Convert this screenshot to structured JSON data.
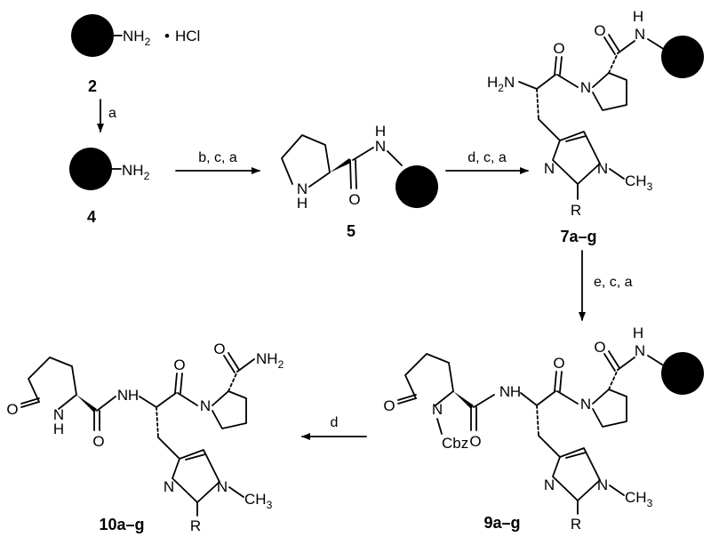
{
  "compounds": {
    "c2": "2",
    "c4": "4",
    "c5": "5",
    "c7": "7a–g",
    "c9": "9a–g",
    "c10": "10a–g"
  },
  "reagents": {
    "step_2_4": "a",
    "step_4_5": "b, c, a",
    "step_5_7": "d, c, a",
    "step_7_9": "e, c, a",
    "step_9_10": "d"
  },
  "atoms": {
    "nh2": "NH",
    "sub2": "2",
    "hcl_dot": "•",
    "hcl": "HCl",
    "h": "H",
    "n": "N",
    "o": "O",
    "h2n": "H",
    "h2n_sub": "2",
    "h2n_n": "N",
    "ch": "CH",
    "ch_sub": "3",
    "r": "R",
    "cbz": "Cbz",
    "nh_amide": "N"
  }
}
